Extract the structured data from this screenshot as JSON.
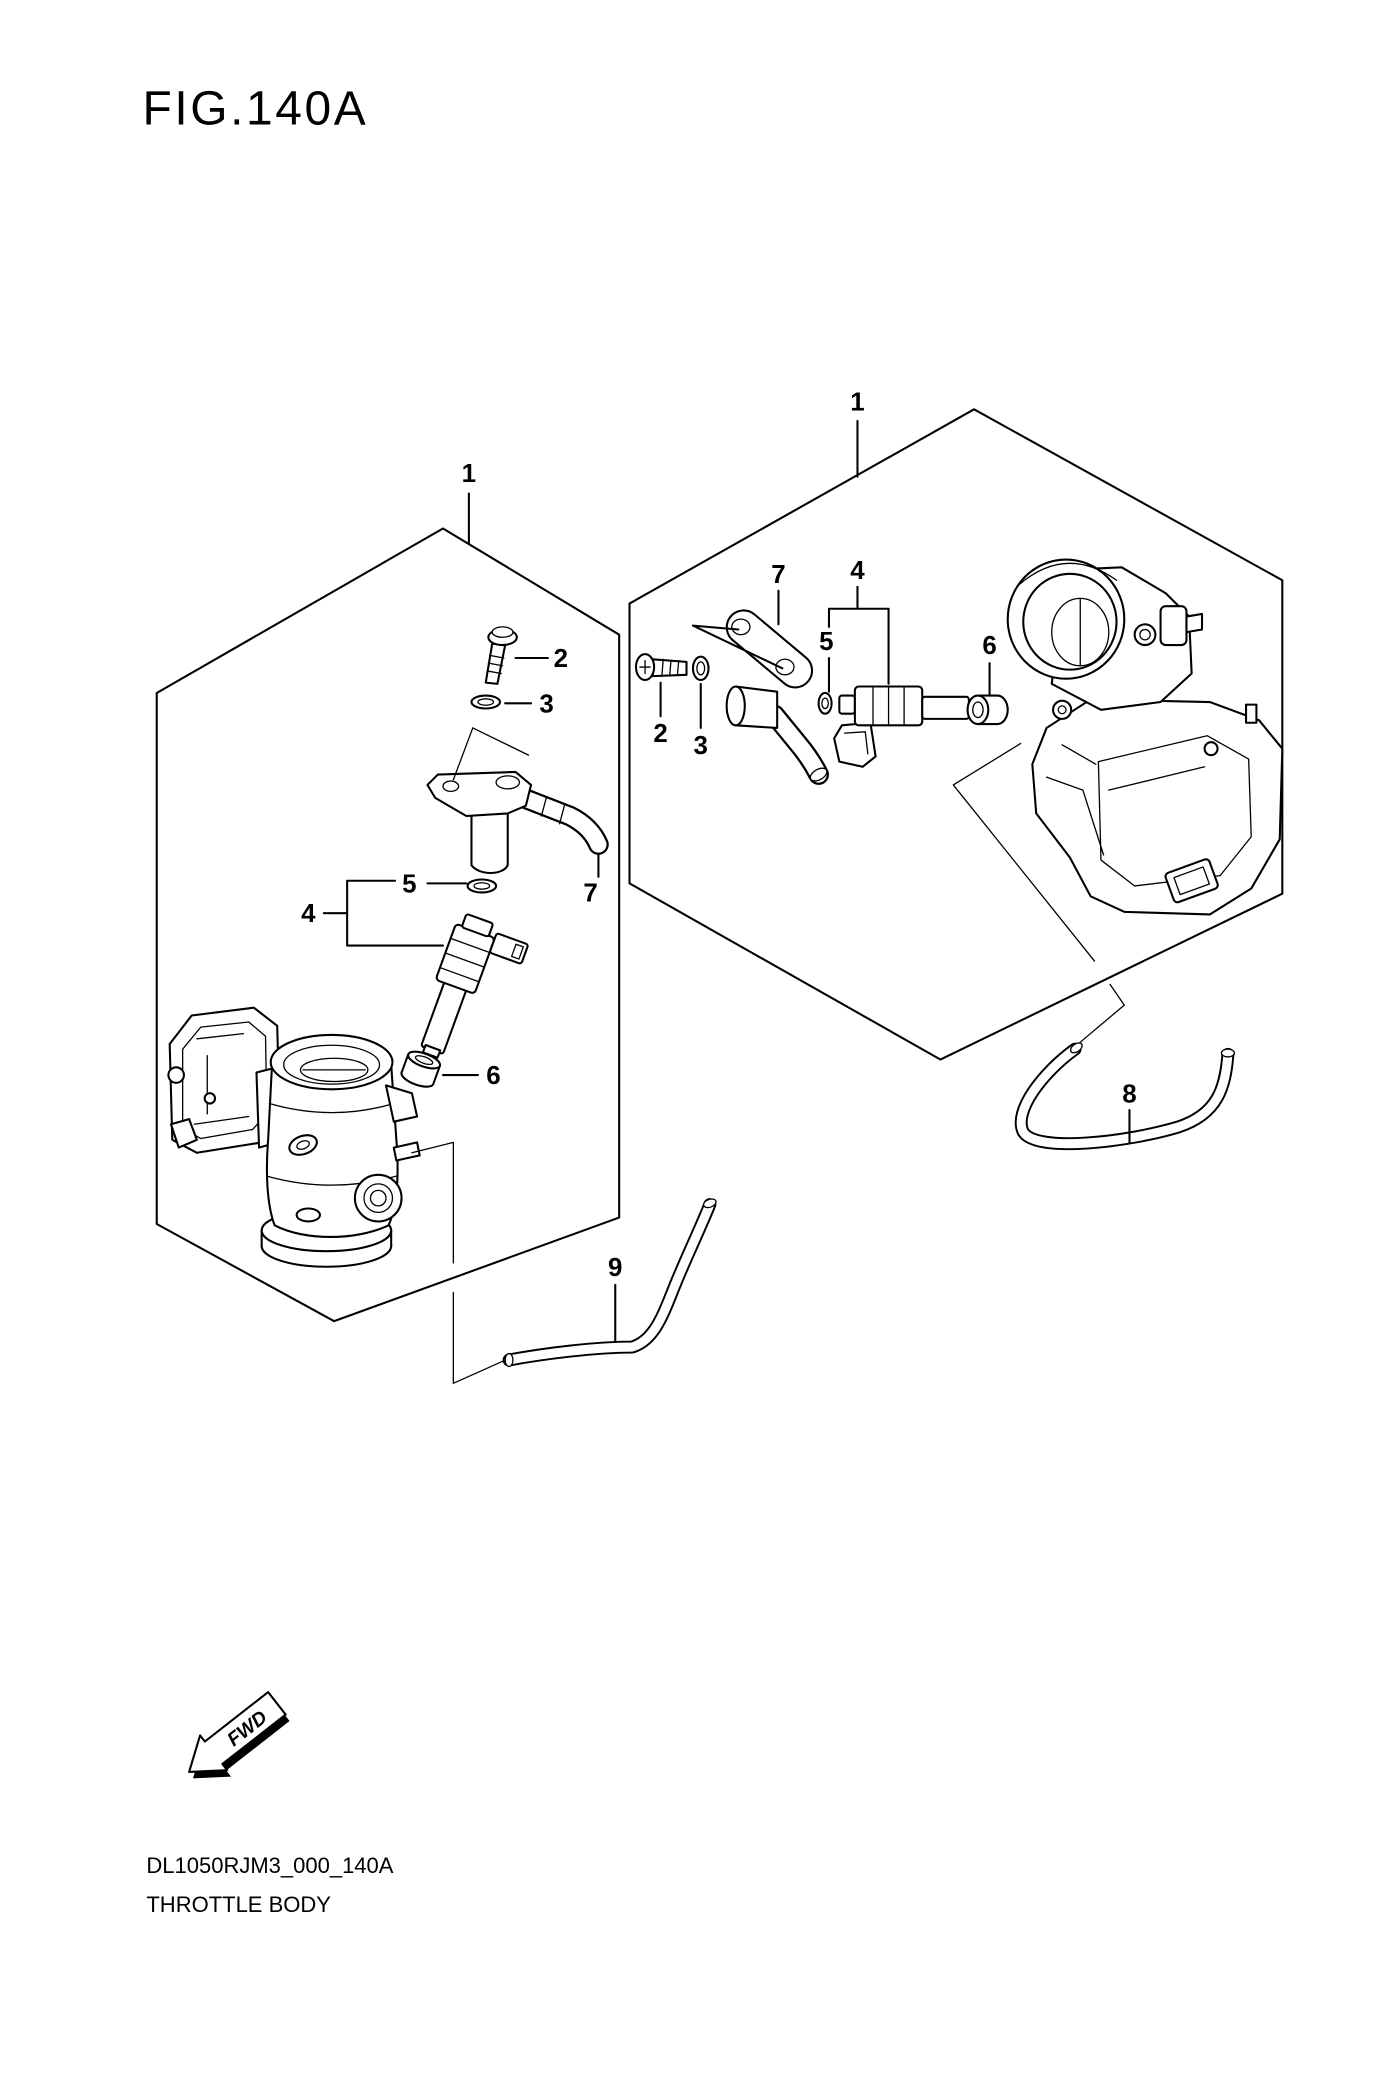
{
  "figure": {
    "title": "FIG.140A"
  },
  "left_assembly": {
    "assembly_callout": "1",
    "bolt_callout": "2",
    "washer_callout": "3",
    "injector_callout": "4",
    "o_ring_callout": "5",
    "seal_callout": "6",
    "fuel_pipe_callout": "7"
  },
  "right_assembly": {
    "assembly_callout": "1",
    "bolt_callout": "2",
    "washer_callout": "3",
    "injector_callout": "4",
    "o_ring_callout": "5",
    "seal_callout": "6",
    "fuel_pipe_callout": "7"
  },
  "hoses": {
    "upper_hose_callout": "8",
    "lower_hose_callout": "9"
  },
  "direction_marker": {
    "label": "FWD",
    "icon": "fwd-arrow-icon"
  },
  "footer": {
    "code": "DL1050RJM3_000_140A",
    "caption": "THROTTLE BODY"
  }
}
